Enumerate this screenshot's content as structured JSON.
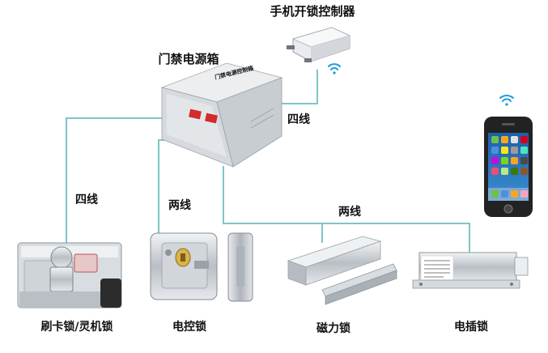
{
  "labels": {
    "phone_controller": "手机开锁控制器",
    "power_box": "门禁电源箱",
    "wire_four_top": "四线",
    "wire_four_left": "四线",
    "wire_two_mid": "两线",
    "wire_two_right": "两线",
    "card_lock": "刷卡锁/灵机锁",
    "electric_lock": "电控锁",
    "magnetic_lock": "磁力锁",
    "bolt_lock": "电插锁"
  },
  "box_printed_text": "门禁电源控制箱",
  "colors": {
    "wire": "#7cc6c8",
    "wifi": "#1a9bd7",
    "box_panel": "#d9dde1",
    "stamp_red": "#d42a2a",
    "metal": "#c9ced3"
  }
}
